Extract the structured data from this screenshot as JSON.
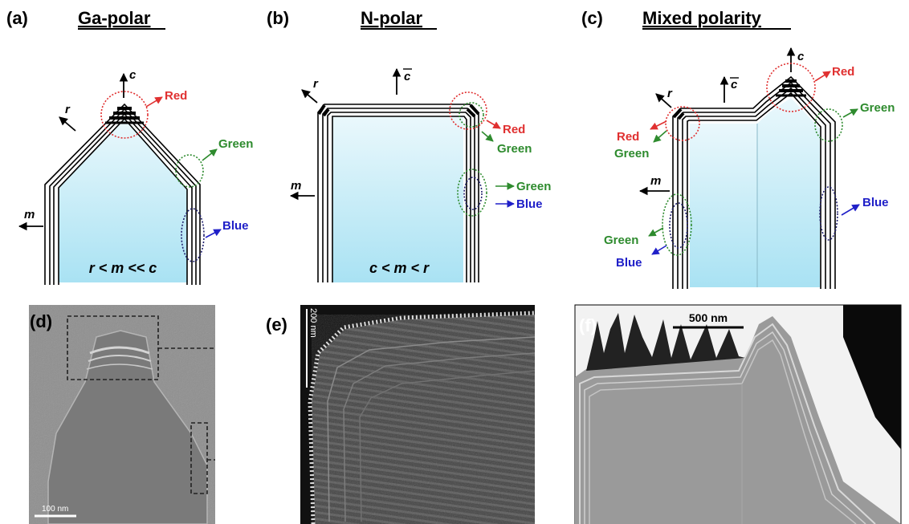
{
  "panels": {
    "a": {
      "letter": "(a)",
      "title": "Ga-polar",
      "inequality": "r < m << c"
    },
    "b": {
      "letter": "(b)",
      "title": "N-polar",
      "inequality": "c < m < r"
    },
    "c": {
      "letter": "(c)",
      "title": "Mixed polarity"
    },
    "d": {
      "letter": "(d)",
      "scale": "100 nm"
    },
    "e": {
      "letter": "(e)",
      "scale": "200 nm"
    },
    "f": {
      "letter": "(f)",
      "scale": "500 nm"
    }
  },
  "axes": {
    "c": "c",
    "c_bar": "c",
    "r": "r",
    "m": "m"
  },
  "emission": {
    "red": "Red",
    "green": "Green",
    "blue": "Blue"
  },
  "colors": {
    "red": "#e03030",
    "green": "#2e8b2e",
    "blue": "#2020c8",
    "fill_top": "#eaf8fc",
    "fill_bottom": "#a9e2f3"
  }
}
